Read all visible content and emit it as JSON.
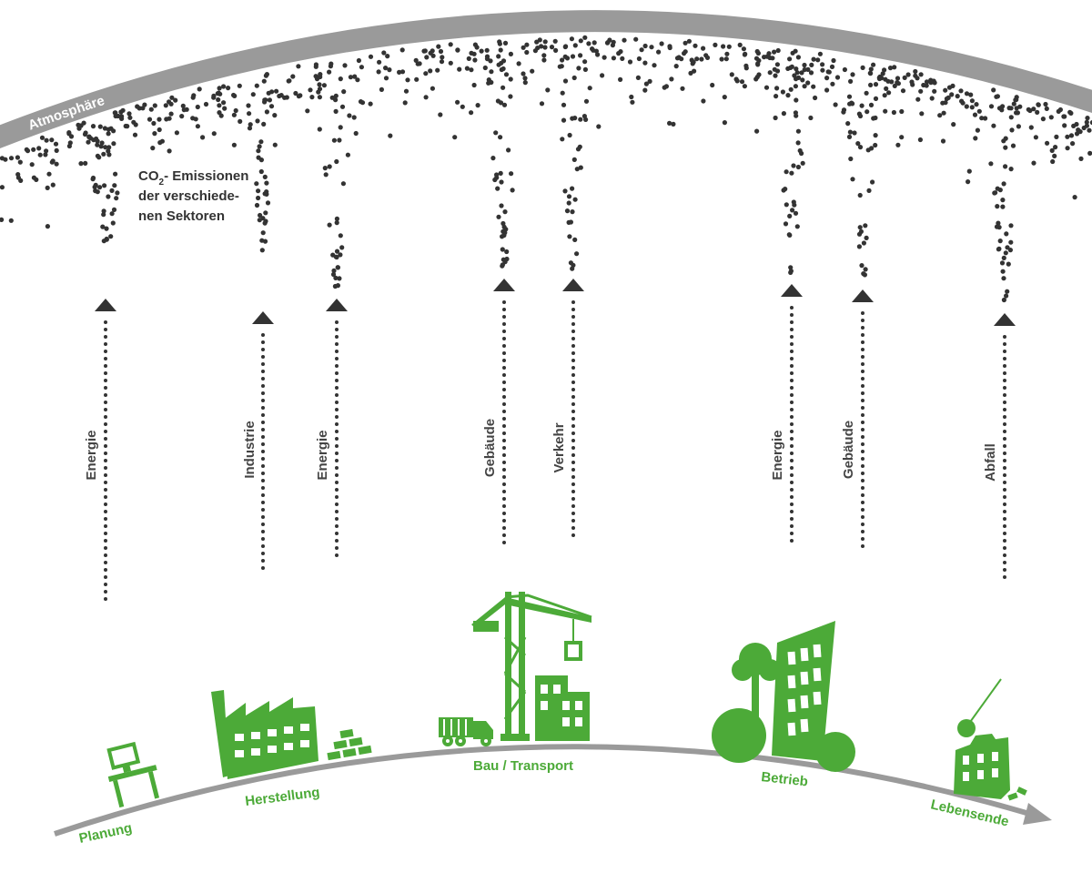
{
  "atmosphere": {
    "label": "Atmosphäre"
  },
  "title": {
    "lines": [
      "CO",
      "2",
      "- Emissionen",
      "der verschiede-",
      "nen Sektoren"
    ]
  },
  "sectors": [
    {
      "label": "Energie"
    },
    {
      "label": "Industrie"
    },
    {
      "label": "Energie"
    },
    {
      "label": "Gebäude"
    },
    {
      "label": "Verkehr"
    },
    {
      "label": "Energie"
    },
    {
      "label": "Gebäude"
    },
    {
      "label": "Abfall"
    }
  ],
  "phases": [
    {
      "label": "Planung",
      "icon": "computer-desk-icon"
    },
    {
      "label": "Herstellung",
      "icon": "factory-icon"
    },
    {
      "label": "Bau / Transport",
      "icon": "crane-truck-icon"
    },
    {
      "label": "Betrieb",
      "icon": "building-trees-icon"
    },
    {
      "label": "Lebensende",
      "icon": "demolition-icon"
    }
  ],
  "colors": {
    "green": "#4caa38",
    "gray_band": "#9a9a9a",
    "dots": "#333333",
    "text": "#444444"
  }
}
